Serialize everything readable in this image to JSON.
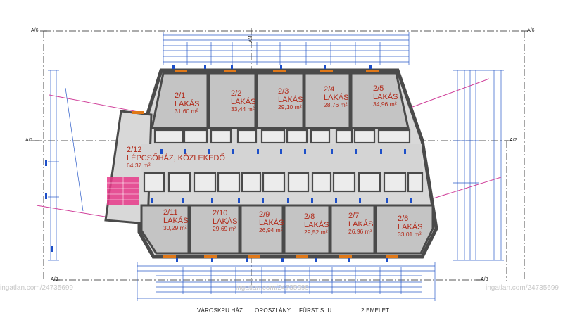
{
  "units": [
    {
      "id": "2/1",
      "type": "LAKÁS",
      "area": "31,60 m²"
    },
    {
      "id": "2/2",
      "type": "LAKÁS",
      "area": "33,44 m²"
    },
    {
      "id": "2/3",
      "type": "LAKÁS",
      "area": "29,10 m²"
    },
    {
      "id": "2/4",
      "type": "LAKÁS",
      "area": "28,76 m²"
    },
    {
      "id": "2/5",
      "type": "LAKÁS",
      "area": "34,96 m²"
    },
    {
      "id": "2/12",
      "type": "LÉPCSŐHÁZ, KÖZLEKEDŐ",
      "area": "64,37 m²"
    },
    {
      "id": "2/11",
      "type": "LAKÁS",
      "area": "30,29 m²"
    },
    {
      "id": "2/10",
      "type": "LAKÁS",
      "area": "29,69 m²"
    },
    {
      "id": "2/9",
      "type": "LAKÁS",
      "area": "26,94 m²"
    },
    {
      "id": "2/8",
      "type": "LAKÁS",
      "area": "29,52 m²"
    },
    {
      "id": "2/7",
      "type": "LAKÁS",
      "area": "26,96 m²"
    },
    {
      "id": "2/6",
      "type": "LAKÁS",
      "area": "33,01 m²"
    }
  ],
  "axes": {
    "a6": "A/6",
    "a4": "A/4",
    "a2": "A/2",
    "a3": "A/3"
  },
  "title_block": {
    "project": "VÁROSKPU HÁZ",
    "city": "OROSZLÁNY",
    "designer": "FÜRST  S. U",
    "floor": "2.EMELET"
  },
  "watermarks": [
    "ingatlan.com/24735699",
    "ingatlan.com/24735699",
    "ingatlan.com/24735699"
  ],
  "colors": {
    "wall": "#4a4a4a",
    "room": "#c9c9c9",
    "dimension": "#2060d0",
    "label": "#b22a1a",
    "pink": "#d0409a",
    "window": "#e07818"
  }
}
